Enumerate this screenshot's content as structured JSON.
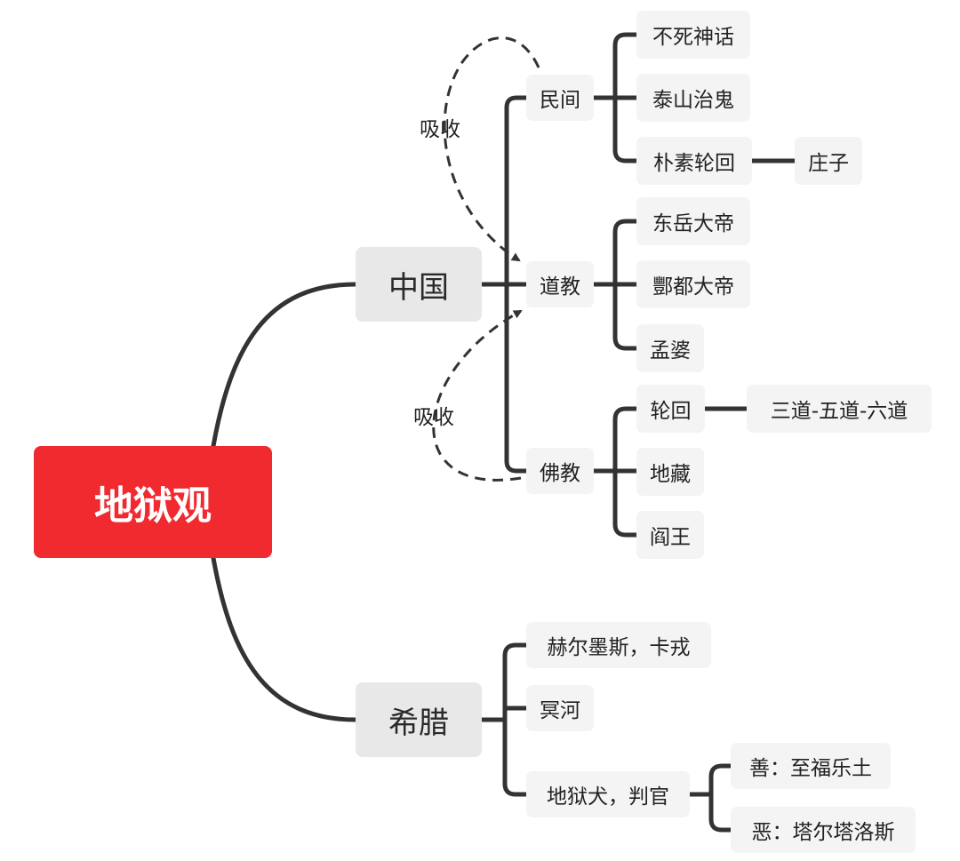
{
  "root": {
    "label": "地狱观"
  },
  "china": {
    "label": "中国",
    "folk": {
      "label": "民间",
      "children": [
        "不死神话",
        "泰山治鬼",
        "朴素轮回"
      ],
      "zhuangzi": "庄子"
    },
    "taoism": {
      "label": "道教",
      "children": [
        "东岳大帝",
        "酆都大帝",
        "孟婆"
      ]
    },
    "buddhism": {
      "label": "佛教",
      "children": [
        "轮回",
        "地藏",
        "阎王"
      ],
      "paths": "三道-五道-六道"
    },
    "absorb_upper": "吸收",
    "absorb_lower": "吸收"
  },
  "greece": {
    "label": "希腊",
    "hermes": "赫尔墨斯，卡戎",
    "styx": "冥河",
    "hound": {
      "label": "地狱犬，判官",
      "children": [
        "善：至福乐土",
        "恶：塔尔塔洛斯"
      ]
    }
  },
  "colors": {
    "root": "#f02a2f",
    "line": "#333333",
    "node_bg": "#f4f4f4",
    "branch_bg": "#e8e8e8"
  }
}
